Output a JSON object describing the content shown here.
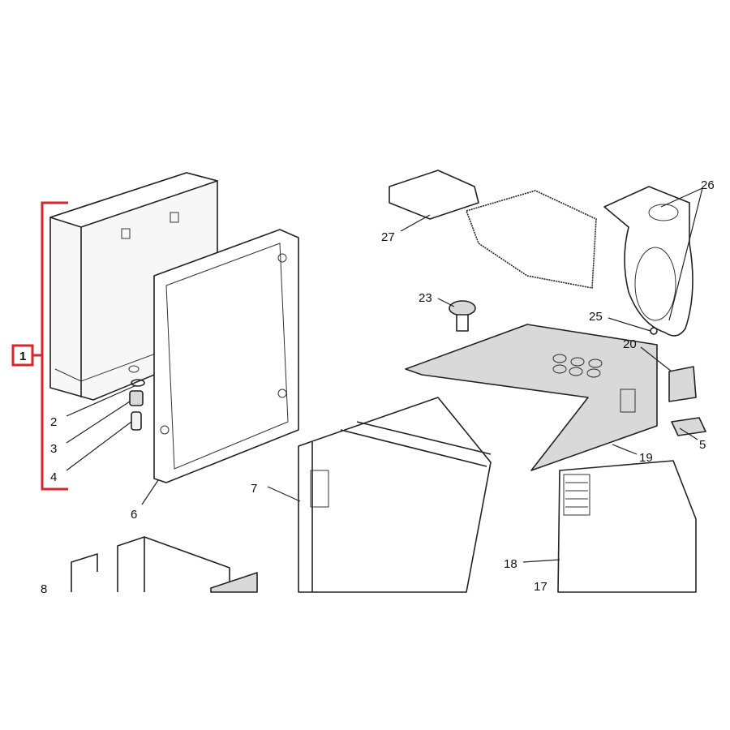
{
  "diagram": {
    "type": "exploded-parts-view",
    "accent_color": "#d9262c",
    "callouts": [
      {
        "id": "1",
        "label": "1",
        "highlighted": true
      },
      {
        "id": "2",
        "label": "2"
      },
      {
        "id": "3",
        "label": "3"
      },
      {
        "id": "4",
        "label": "4"
      },
      {
        "id": "5",
        "label": "5"
      },
      {
        "id": "6",
        "label": "6"
      },
      {
        "id": "7",
        "label": "7"
      },
      {
        "id": "8",
        "label": "8"
      },
      {
        "id": "17",
        "label": "17"
      },
      {
        "id": "18",
        "label": "18"
      },
      {
        "id": "19",
        "label": "19"
      },
      {
        "id": "20",
        "label": "20"
      },
      {
        "id": "23",
        "label": "23"
      },
      {
        "id": "25",
        "label": "25"
      },
      {
        "id": "26",
        "label": "26"
      },
      {
        "id": "27",
        "label": "27"
      }
    ]
  }
}
